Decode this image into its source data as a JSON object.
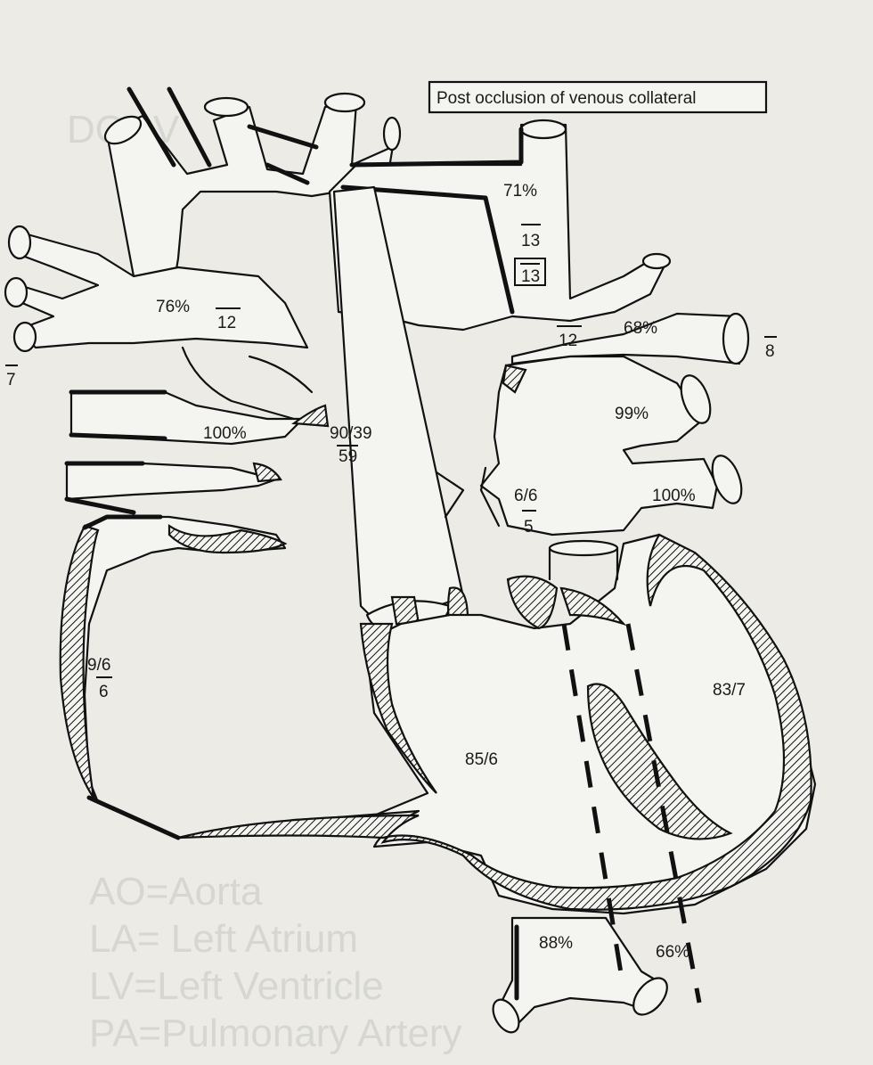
{
  "diagram": {
    "title": "Post occlusion of venous collateral",
    "labels": {
      "sat_71": "71%",
      "p13a": "13",
      "p13b": "13",
      "sat_76": "76%",
      "p12_left": "12",
      "p12_right": "12",
      "sat_68": "68%",
      "p8": "8",
      "p7": "7",
      "sat_99": "99%",
      "sat_100_left": "100%",
      "sat_100_right": "100%",
      "ao_pressure": "90/39",
      "ao_mean": "59",
      "la_pressure": "6/6",
      "la_mean": "5",
      "ra_pressure": "9/6",
      "ra_mean": "6",
      "lv_pressure": "83/7",
      "rv_pressure": "85/6",
      "sat_88": "88%",
      "sat_66": "66%"
    },
    "background_text": [
      "DORV",
      "AO=Aorta",
      "LA= Left Atrium",
      "LV=Left Ventricle",
      "PA=Pulmonary Artery"
    ]
  }
}
